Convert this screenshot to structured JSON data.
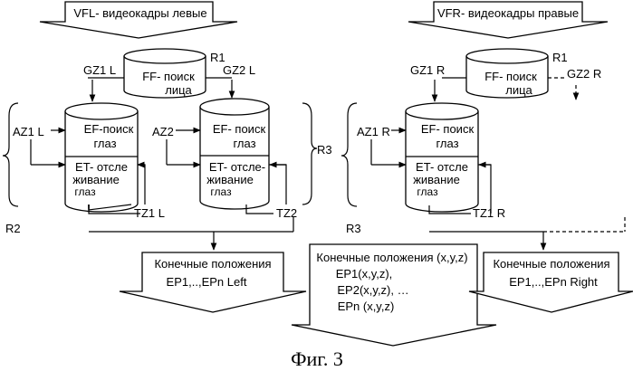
{
  "left": {
    "input": "VFL- видеокадры левые",
    "face": {
      "line1": "FF- поиск",
      "line2": "лица",
      "ref": "R1"
    },
    "gz1": "GZ1 L",
    "gz2": "GZ2 L",
    "cyl1": {
      "ef1": "EF-поиск",
      "ef2": "глаз",
      "et1": "ET- отсле",
      "et2": "живание",
      "et3": "глаз"
    },
    "cyl2": {
      "ef1": "EF- поиск",
      "ef2": "глаз",
      "et1": "ET- отсле-",
      "et2": "живание",
      "et3": "глаз"
    },
    "az1": "AZ1 L",
    "az2": "AZ2",
    "tz1": "TZ1 L",
    "tz2": "TZ2",
    "r2": "R2",
    "r3": "R3",
    "output": {
      "line1": "Конечные положения",
      "line2": "EP1,..,EPn Left"
    }
  },
  "right": {
    "input": "VFR- видеокадры правые",
    "face": {
      "line1": "FF- поиск",
      "line2": "лица",
      "ref": "R1"
    },
    "gz1": "GZ1 R",
    "gz2": "GZ2 R",
    "cyl": {
      "ef1": "EF- поиск",
      "ef2": "глаз",
      "et1": "ET- отсле",
      "et2": "живание",
      "et3": "глаз"
    },
    "az1": "AZ1 R",
    "tz1": "TZ1 R",
    "r3": "R3",
    "output": {
      "line1": "Конечные положения",
      "line2": "EP1,..,EPn Right"
    }
  },
  "center": {
    "line1": "Конечные положения (x,y,z)",
    "line2": "EP1(x,y,z),",
    "line3": "EP2(x,y,z), …",
    "line4": "EPn (x,y,z)"
  },
  "caption": "Фиг. 3"
}
